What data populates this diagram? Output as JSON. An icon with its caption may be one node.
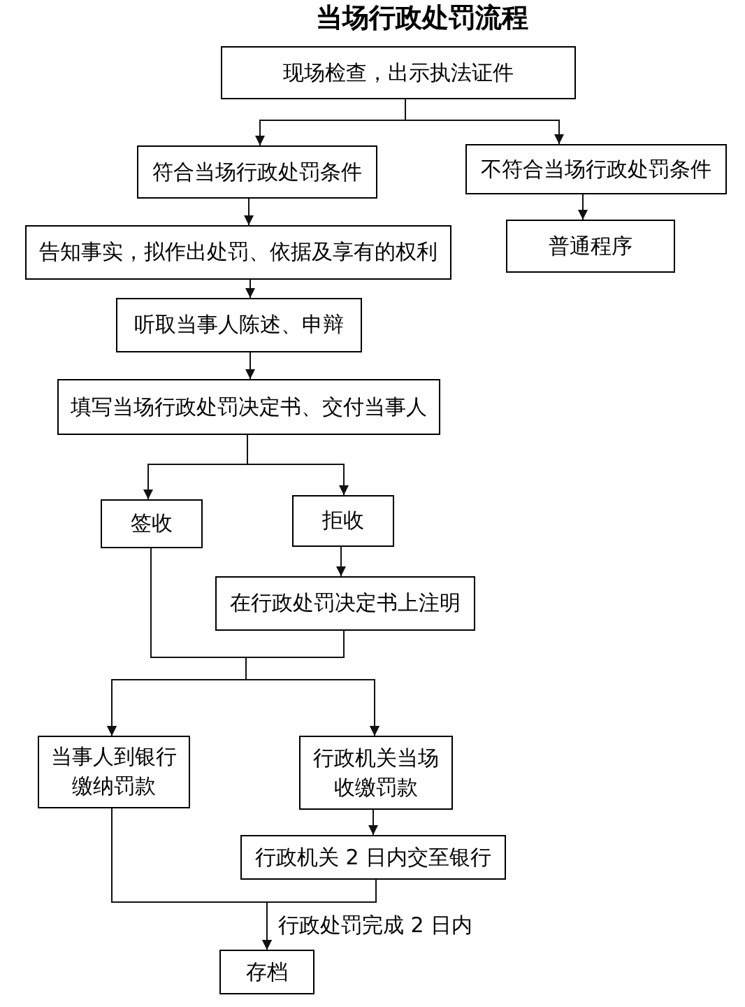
{
  "diagram": {
    "title": "当场行政处罚流程",
    "nodes": [
      {
        "text": [
          "现场检查，出示执法证件"
        ]
      },
      {
        "text": [
          "符合当场行政处罚条件"
        ]
      },
      {
        "text": [
          "不符合当场行政处罚条件"
        ]
      },
      {
        "text": [
          "告知事实，拟作出处罚、依据及享有的权利"
        ]
      },
      {
        "text": [
          "普通程序"
        ]
      },
      {
        "text": [
          "听取当事人陈述、申辩"
        ]
      },
      {
        "text": [
          "填写当场行政处罚决定书、交付当事人"
        ]
      },
      {
        "text": [
          "签收"
        ]
      },
      {
        "text": [
          "拒收"
        ]
      },
      {
        "text": [
          "在行政处罚决定书上注明"
        ]
      },
      {
        "text": [
          "当事人到银行缴纳罚款"
        ]
      },
      {
        "text": [
          "行政机关当场收缴罚款"
        ]
      },
      {
        "text": [
          "行政机关 2 日内交至银行"
        ]
      },
      {
        "text": [
          "存档"
        ]
      }
    ],
    "edges": [
      {
        "from": 0,
        "to": 1,
        "arrow": "to"
      },
      {
        "from": 0,
        "to": 2,
        "arrow": "to"
      },
      {
        "from": 1,
        "to": 3,
        "arrow": "to"
      },
      {
        "from": 2,
        "to": 4,
        "arrow": "to"
      },
      {
        "from": 3,
        "to": 5,
        "arrow": "to"
      },
      {
        "from": 5,
        "to": 6,
        "arrow": "to"
      },
      {
        "from": 6,
        "to": 7,
        "arrow": "to"
      },
      {
        "from": 6,
        "to": 8,
        "arrow": "to"
      },
      {
        "from": 8,
        "to": 9,
        "arrow": "to"
      },
      {
        "from": 7,
        "to": 10,
        "arrow": "to"
      },
      {
        "from": 7,
        "to": 11,
        "arrow": "to"
      },
      {
        "from": 9,
        "to": 10,
        "arrow": "to"
      },
      {
        "from": 9,
        "to": 11,
        "arrow": "to"
      },
      {
        "from": 11,
        "to": 12,
        "arrow": "to"
      },
      {
        "from": 10,
        "to": 13,
        "arrow": "to",
        "label": "行政处罚完成 2 日内"
      },
      {
        "from": 12,
        "to": 13,
        "arrow": "to"
      }
    ]
  }
}
